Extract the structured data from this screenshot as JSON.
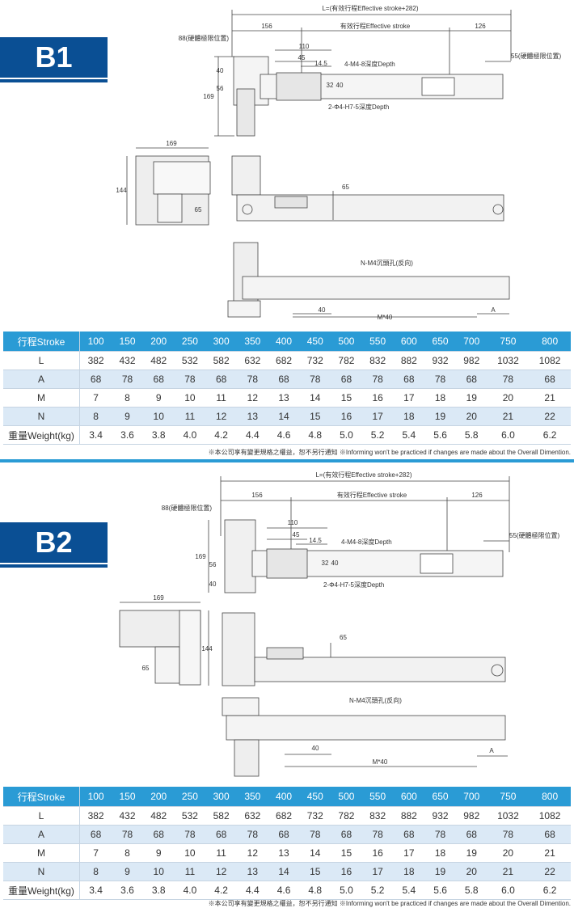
{
  "b1": {
    "badge": "B1",
    "labels": {
      "total": "L=(有效行程Effective stroke+282)",
      "d156": "156",
      "stroke": "有效行程Effective stroke",
      "d126": "126",
      "hard_left": "88(硬體極限位置)",
      "d110": "110",
      "d45": "45",
      "d14_5": "14.5",
      "tap": "4-M4-8深度Depth",
      "hard_right": "55(硬體極限位置)",
      "d40": "40",
      "d56": "56",
      "d169v": "169",
      "d32": "32",
      "d40b": "40",
      "pin": "2-Φ4-H7-5深度Depth",
      "d169h": "169",
      "d144": "144",
      "d65": "65",
      "d65b": "65",
      "holes": "N-M4沉頭孔(反向)",
      "pitch": "40",
      "mpitch": "M*40",
      "a": "A"
    },
    "table": {
      "header": [
        "行程Stroke",
        "100",
        "150",
        "200",
        "250",
        "300",
        "350",
        "400",
        "450",
        "500",
        "550",
        "600",
        "650",
        "700",
        "750",
        "800"
      ],
      "rows": [
        [
          "L",
          "382",
          "432",
          "482",
          "532",
          "582",
          "632",
          "682",
          "732",
          "782",
          "832",
          "882",
          "932",
          "982",
          "1032",
          "1082"
        ],
        [
          "A",
          "68",
          "78",
          "68",
          "78",
          "68",
          "78",
          "68",
          "78",
          "68",
          "78",
          "68",
          "78",
          "68",
          "78",
          "68"
        ],
        [
          "M",
          "7",
          "8",
          "9",
          "10",
          "11",
          "12",
          "13",
          "14",
          "15",
          "16",
          "17",
          "18",
          "19",
          "20",
          "21"
        ],
        [
          "N",
          "8",
          "9",
          "10",
          "11",
          "12",
          "13",
          "14",
          "15",
          "16",
          "17",
          "18",
          "19",
          "20",
          "21",
          "22"
        ],
        [
          "重量Weight(kg)",
          "3.4",
          "3.6",
          "3.8",
          "4.0",
          "4.2",
          "4.4",
          "4.6",
          "4.8",
          "5.0",
          "5.2",
          "5.4",
          "5.6",
          "5.8",
          "6.0",
          "6.2"
        ]
      ]
    },
    "note": "※本公司享有變更規格之權益，恕不另行通知 ※Informing won't be practiced if changes are made about the Overall Dimention."
  },
  "b2": {
    "badge": "B2",
    "labels": {
      "total": "L=(有效行程Effective stroke+282)",
      "d156": "156",
      "stroke": "有效行程Effective stroke",
      "d126": "126",
      "hard_left": "88(硬體極限位置)",
      "d110": "110",
      "d45": "45",
      "d14_5": "14.5",
      "tap": "4-M4-8深度Depth",
      "hard_right": "55(硬體極限位置)",
      "d169v": "169",
      "d56": "56",
      "d40": "40",
      "d32": "32",
      "d40b": "40",
      "pin": "2-Φ4-H7-5深度Depth",
      "d169h": "169",
      "d144": "144",
      "d65": "65",
      "d65b": "65",
      "holes": "N-M4沉頭孔(反向)",
      "pitch": "40",
      "mpitch": "M*40",
      "a": "A"
    },
    "table": {
      "header": [
        "行程Stroke",
        "100",
        "150",
        "200",
        "250",
        "300",
        "350",
        "400",
        "450",
        "500",
        "550",
        "600",
        "650",
        "700",
        "750",
        "800"
      ],
      "rows": [
        [
          "L",
          "382",
          "432",
          "482",
          "532",
          "582",
          "632",
          "682",
          "732",
          "782",
          "832",
          "882",
          "932",
          "982",
          "1032",
          "1082"
        ],
        [
          "A",
          "68",
          "78",
          "68",
          "78",
          "68",
          "78",
          "68",
          "78",
          "68",
          "78",
          "68",
          "78",
          "68",
          "78",
          "68"
        ],
        [
          "M",
          "7",
          "8",
          "9",
          "10",
          "11",
          "12",
          "13",
          "14",
          "15",
          "16",
          "17",
          "18",
          "19",
          "20",
          "21"
        ],
        [
          "N",
          "8",
          "9",
          "10",
          "11",
          "12",
          "13",
          "14",
          "15",
          "16",
          "17",
          "18",
          "19",
          "20",
          "21",
          "22"
        ],
        [
          "重量Weight(kg)",
          "3.4",
          "3.6",
          "3.8",
          "4.0",
          "4.2",
          "4.4",
          "4.6",
          "4.8",
          "5.0",
          "5.2",
          "5.4",
          "5.6",
          "5.8",
          "6.0",
          "6.2"
        ]
      ]
    },
    "note": "※本公司享有變更規格之權益，恕不另行通知 ※Informing won't be practiced if changes are made about the Overall Dimention."
  },
  "colors": {
    "badge": "#0a4f94",
    "table_header": "#2a9bd5",
    "table_alt": "#dbe9f6"
  }
}
